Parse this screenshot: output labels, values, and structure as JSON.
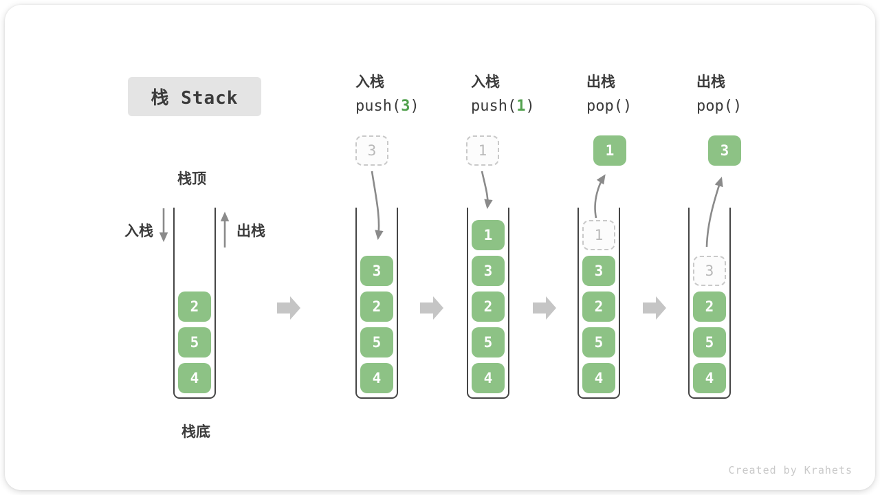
{
  "title": "栈 Stack",
  "legend": {
    "top": "栈顶",
    "bottom": "栈底",
    "push": "入栈",
    "pop": "出栈"
  },
  "initial_stack": {
    "cells": [
      {
        "slot": 2,
        "value": "2"
      },
      {
        "slot": 3,
        "value": "5"
      },
      {
        "slot": 4,
        "value": "4"
      }
    ]
  },
  "steps": [
    {
      "label_cn": "入栈",
      "code_prefix": "push(",
      "code_arg": "3",
      "code_suffix": ")",
      "floating_value": "3",
      "floating_style": "dashed",
      "cells": [
        {
          "slot": 1,
          "value": "3"
        },
        {
          "slot": 2,
          "value": "2"
        },
        {
          "slot": 3,
          "value": "5"
        },
        {
          "slot": 4,
          "value": "4"
        }
      ]
    },
    {
      "label_cn": "入栈",
      "code_prefix": "push(",
      "code_arg": "1",
      "code_suffix": ")",
      "floating_value": "1",
      "floating_style": "dashed",
      "cells": [
        {
          "slot": 0,
          "value": "1"
        },
        {
          "slot": 1,
          "value": "3"
        },
        {
          "slot": 2,
          "value": "2"
        },
        {
          "slot": 3,
          "value": "5"
        },
        {
          "slot": 4,
          "value": "4"
        }
      ]
    },
    {
      "label_cn": "出栈",
      "code_prefix": "pop()",
      "code_arg": "",
      "code_suffix": "",
      "floating_value": "1",
      "floating_style": "solid",
      "cells": [
        {
          "slot": 0,
          "value": "1",
          "dashed": true
        },
        {
          "slot": 1,
          "value": "3"
        },
        {
          "slot": 2,
          "value": "2"
        },
        {
          "slot": 3,
          "value": "5"
        },
        {
          "slot": 4,
          "value": "4"
        }
      ]
    },
    {
      "label_cn": "出栈",
      "code_prefix": "pop()",
      "code_arg": "",
      "code_suffix": "",
      "floating_value": "3",
      "floating_style": "solid",
      "cells": [
        {
          "slot": 1,
          "value": "3",
          "dashed": true
        },
        {
          "slot": 2,
          "value": "2"
        },
        {
          "slot": 3,
          "value": "5"
        },
        {
          "slot": 4,
          "value": "4"
        }
      ]
    }
  ],
  "footer": "Created by Krahets",
  "colors": {
    "cell_green": "#8DC285",
    "code_green": "#52A14E",
    "text_dark": "#3B3B3B",
    "container_stroke": "#454545",
    "arrow_gray": "#8A8A8A",
    "block_arrow_gray": "#C5C5C5",
    "dashed_border": "#C9C9C9",
    "dashed_text": "#B8B8B8",
    "title_bg": "#E4E4E4",
    "footer_gray": "#C9C9C9"
  }
}
